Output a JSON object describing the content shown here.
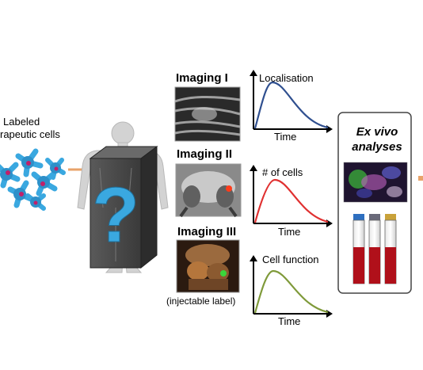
{
  "left_caption": {
    "line1": "Labeled",
    "line2": "rapeutic cells"
  },
  "imaging": [
    {
      "title": "Imaging I",
      "y_label": "Localisation",
      "x_label": "Time",
      "curve_color": "#2f4f8f"
    },
    {
      "title": "Imaging II",
      "y_label": "# of cells",
      "x_label": "Time",
      "curve_color": "#e03030"
    },
    {
      "title": "Imaging III",
      "y_label": "Cell function",
      "x_label": "Time",
      "curve_color": "#7f9a3a"
    }
  ],
  "injectable_note": "(injectable label)",
  "ex_vivo": {
    "line1": "Ex vivo",
    "line2": "analyses"
  },
  "question_mark": "?",
  "colors": {
    "arrow": "#e8a36a",
    "cells": "#3aa8e0",
    "question": "#3aa8e0",
    "box": "#333333",
    "tube_blood": "#b0101a"
  }
}
